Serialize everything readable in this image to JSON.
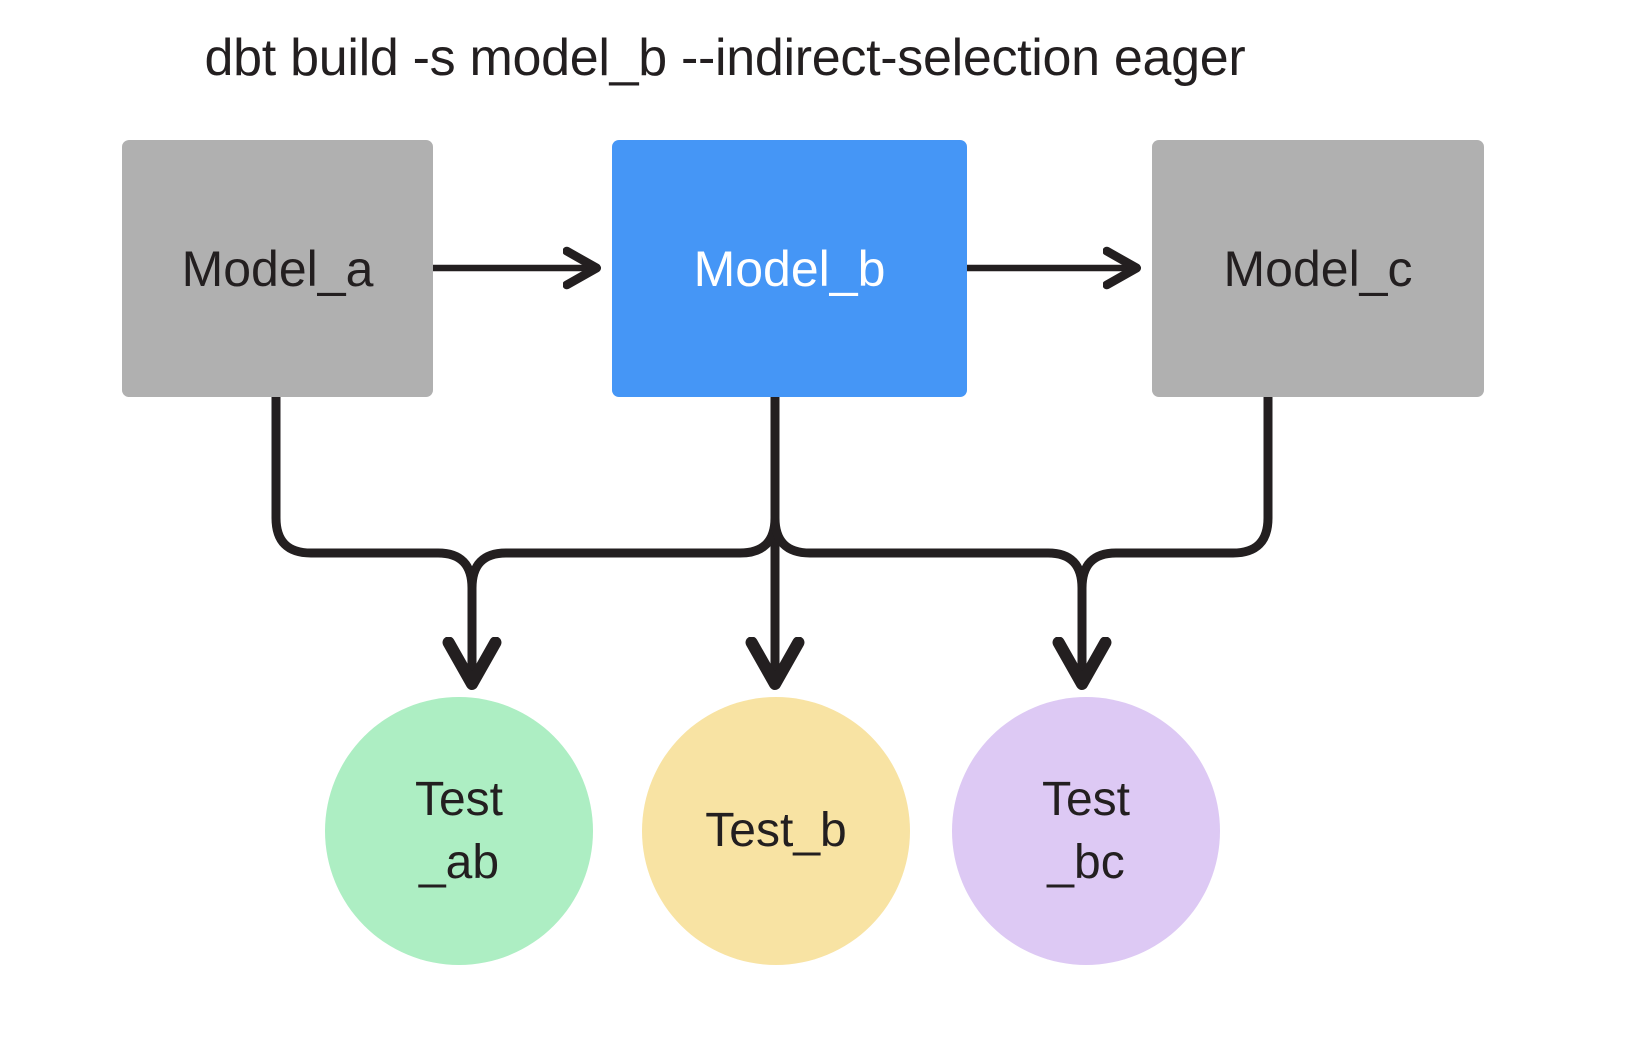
{
  "diagram": {
    "title": "dbt build -s model_b --indirect-selection eager",
    "type": "dag",
    "background": "#ffffff",
    "edge_color": "#231f20",
    "models": [
      {
        "id": "model_a",
        "label": "Model_a",
        "shape": "rect",
        "fill": "#b0b0b0",
        "text_color": "#231f20",
        "selected": false
      },
      {
        "id": "model_b",
        "label": "Model_b",
        "shape": "rect",
        "fill": "#4596f6",
        "text_color": "#ffffff",
        "selected": true
      },
      {
        "id": "model_c",
        "label": "Model_c",
        "shape": "rect",
        "fill": "#b0b0b0",
        "text_color": "#231f20",
        "selected": false
      }
    ],
    "tests": [
      {
        "id": "test_ab",
        "label_line1": "Test",
        "label_line2": "_ab",
        "shape": "circle",
        "fill": "#adeec3",
        "text_color": "#231f20"
      },
      {
        "id": "test_b",
        "label_line1": "Test_b",
        "label_line2": "",
        "shape": "circle",
        "fill": "#f8e3a3",
        "text_color": "#231f20"
      },
      {
        "id": "test_bc",
        "label_line1": "Test",
        "label_line2": "_bc",
        "shape": "circle",
        "fill": "#ddc9f4",
        "text_color": "#231f20"
      }
    ],
    "edges": [
      {
        "from": "model_a",
        "to": "model_b",
        "style": "arrow-right"
      },
      {
        "from": "model_b",
        "to": "model_c",
        "style": "arrow-right"
      },
      {
        "from": "model_a",
        "to": "test_ab",
        "style": "elbow-down"
      },
      {
        "from": "model_b",
        "to": "test_ab",
        "style": "elbow-down"
      },
      {
        "from": "model_b",
        "to": "test_b",
        "style": "straight-down"
      },
      {
        "from": "model_b",
        "to": "test_bc",
        "style": "elbow-down"
      },
      {
        "from": "model_c",
        "to": "test_bc",
        "style": "elbow-down"
      }
    ]
  }
}
